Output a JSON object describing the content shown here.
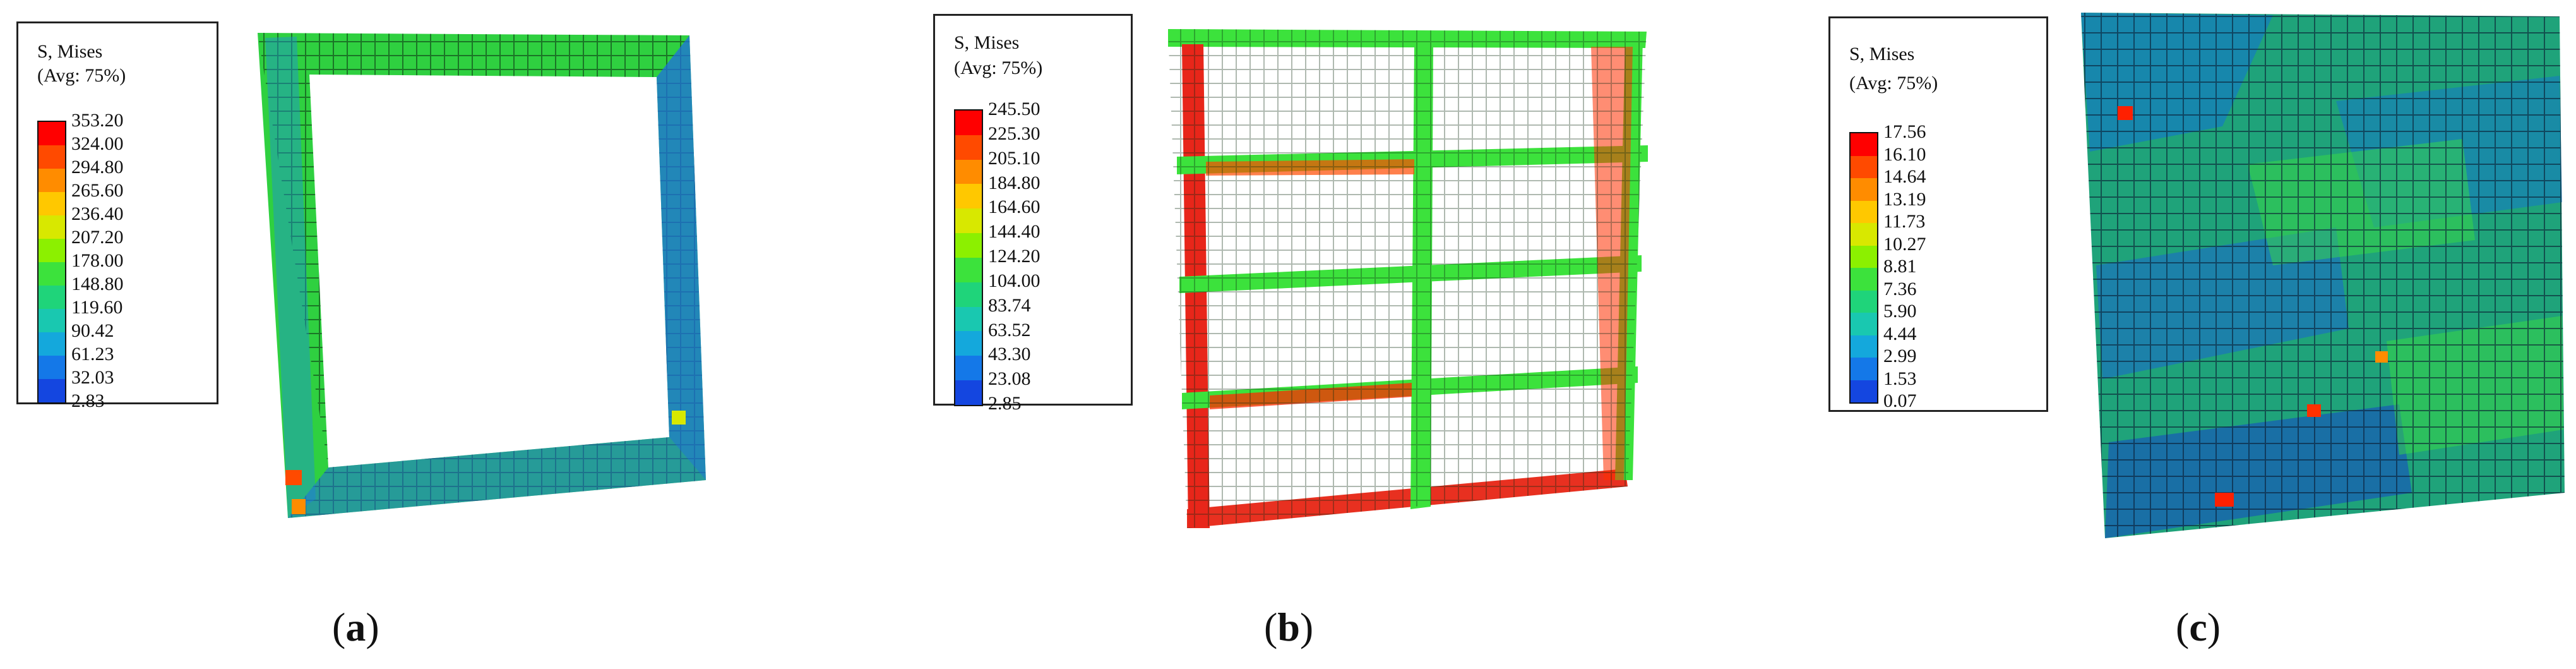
{
  "panels": [
    {
      "id": "a",
      "label_letter": "a",
      "legend": {
        "title": "S, Mises",
        "subtitle": "(Avg: 75%)",
        "values": [
          "353.20",
          "324.00",
          "294.80",
          "265.60",
          "236.40",
          "207.20",
          "178.00",
          "148.80",
          "119.60",
          "90.42",
          "61.23",
          "32.03",
          "2.83"
        ]
      }
    },
    {
      "id": "b",
      "label_letter": "b",
      "legend": {
        "title": "S, Mises",
        "subtitle": "(Avg: 75%)",
        "values": [
          "245.50",
          "225.30",
          "205.10",
          "184.80",
          "164.60",
          "144.40",
          "124.20",
          "104.00",
          "83.74",
          "63.52",
          "43.30",
          "23.08",
          "2.85"
        ]
      }
    },
    {
      "id": "c",
      "label_letter": "c",
      "legend": {
        "title": "S, Mises",
        "subtitle": "(Avg: 75%)",
        "values": [
          "17.56",
          "16.10",
          "14.64",
          "13.19",
          "11.73",
          "10.27",
          "8.81",
          "7.36",
          "5.90",
          "4.44",
          "2.99",
          "1.53",
          "0.07"
        ]
      }
    }
  ],
  "colors": {
    "contour": [
      "#ff0000",
      "#ff4a00",
      "#ff8c00",
      "#ffc800",
      "#d8e800",
      "#8cf000",
      "#3ce23c",
      "#1fd47a",
      "#19c8b0",
      "#14a8dc",
      "#1478e8",
      "#1446e0",
      "#0a0adc"
    ]
  }
}
